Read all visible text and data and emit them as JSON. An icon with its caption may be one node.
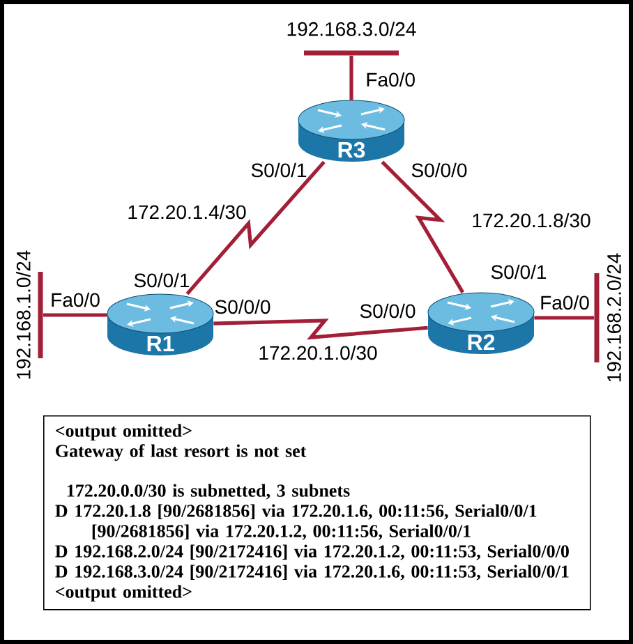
{
  "diagram": {
    "nodes": [
      {
        "text": [
          "192.168.3.0/24"
        ]
      },
      {
        "text": [
          "R3"
        ],
        "beside": [
          "S0/0/1",
          "S0/0/0"
        ]
      },
      {
        "text": [
          "192.168.1.0/24"
        ]
      },
      {
        "text": [
          "R1"
        ],
        "beside": [
          "S0/0/1",
          "S0/0/0"
        ]
      },
      {
        "text": [
          "R2"
        ],
        "beside": [
          "S0/0/1",
          "S0/0/0"
        ]
      },
      {
        "text": [
          "192.168.2.0/24"
        ]
      },
      {
        "text": [
          "<output omitted>",
          "Gateway of last resort is not set",
          "172.20.0.0/30 is subnetted, 3 subnets",
          "D 172.20.1.8 [90/2681856] via 172.20.1.6, 00:11:56, Serial0/0/1",
          "[90/2681856] via 172.20.1.2, 00:11:56, Serial0/0/1",
          "D 192.168.2.0/24 [90/2172416] via 172.20.1.2, 00:11:53, Serial0/0/0",
          "D 192.168.3.0/24 [90/2172416] via 172.20.1.6, 00:11:53, Serial0/0/1",
          "<output omitted>"
        ]
      }
    ],
    "edges": [
      {
        "from": 1,
        "to": 0,
        "arrow": "none",
        "label": "Fa0/0"
      },
      {
        "from": 3,
        "to": 1,
        "arrow": "none",
        "label": "172.20.1.4/30"
      },
      {
        "from": 1,
        "to": 4,
        "arrow": "none",
        "label": "172.20.1.8/30"
      },
      {
        "from": 3,
        "to": 2,
        "arrow": "none",
        "label": "Fa0/0"
      },
      {
        "from": 3,
        "to": 4,
        "arrow": "none",
        "label": "172.20.1.0/30"
      },
      {
        "from": 4,
        "to": 5,
        "arrow": "none",
        "label": "Fa0/0"
      }
    ]
  }
}
